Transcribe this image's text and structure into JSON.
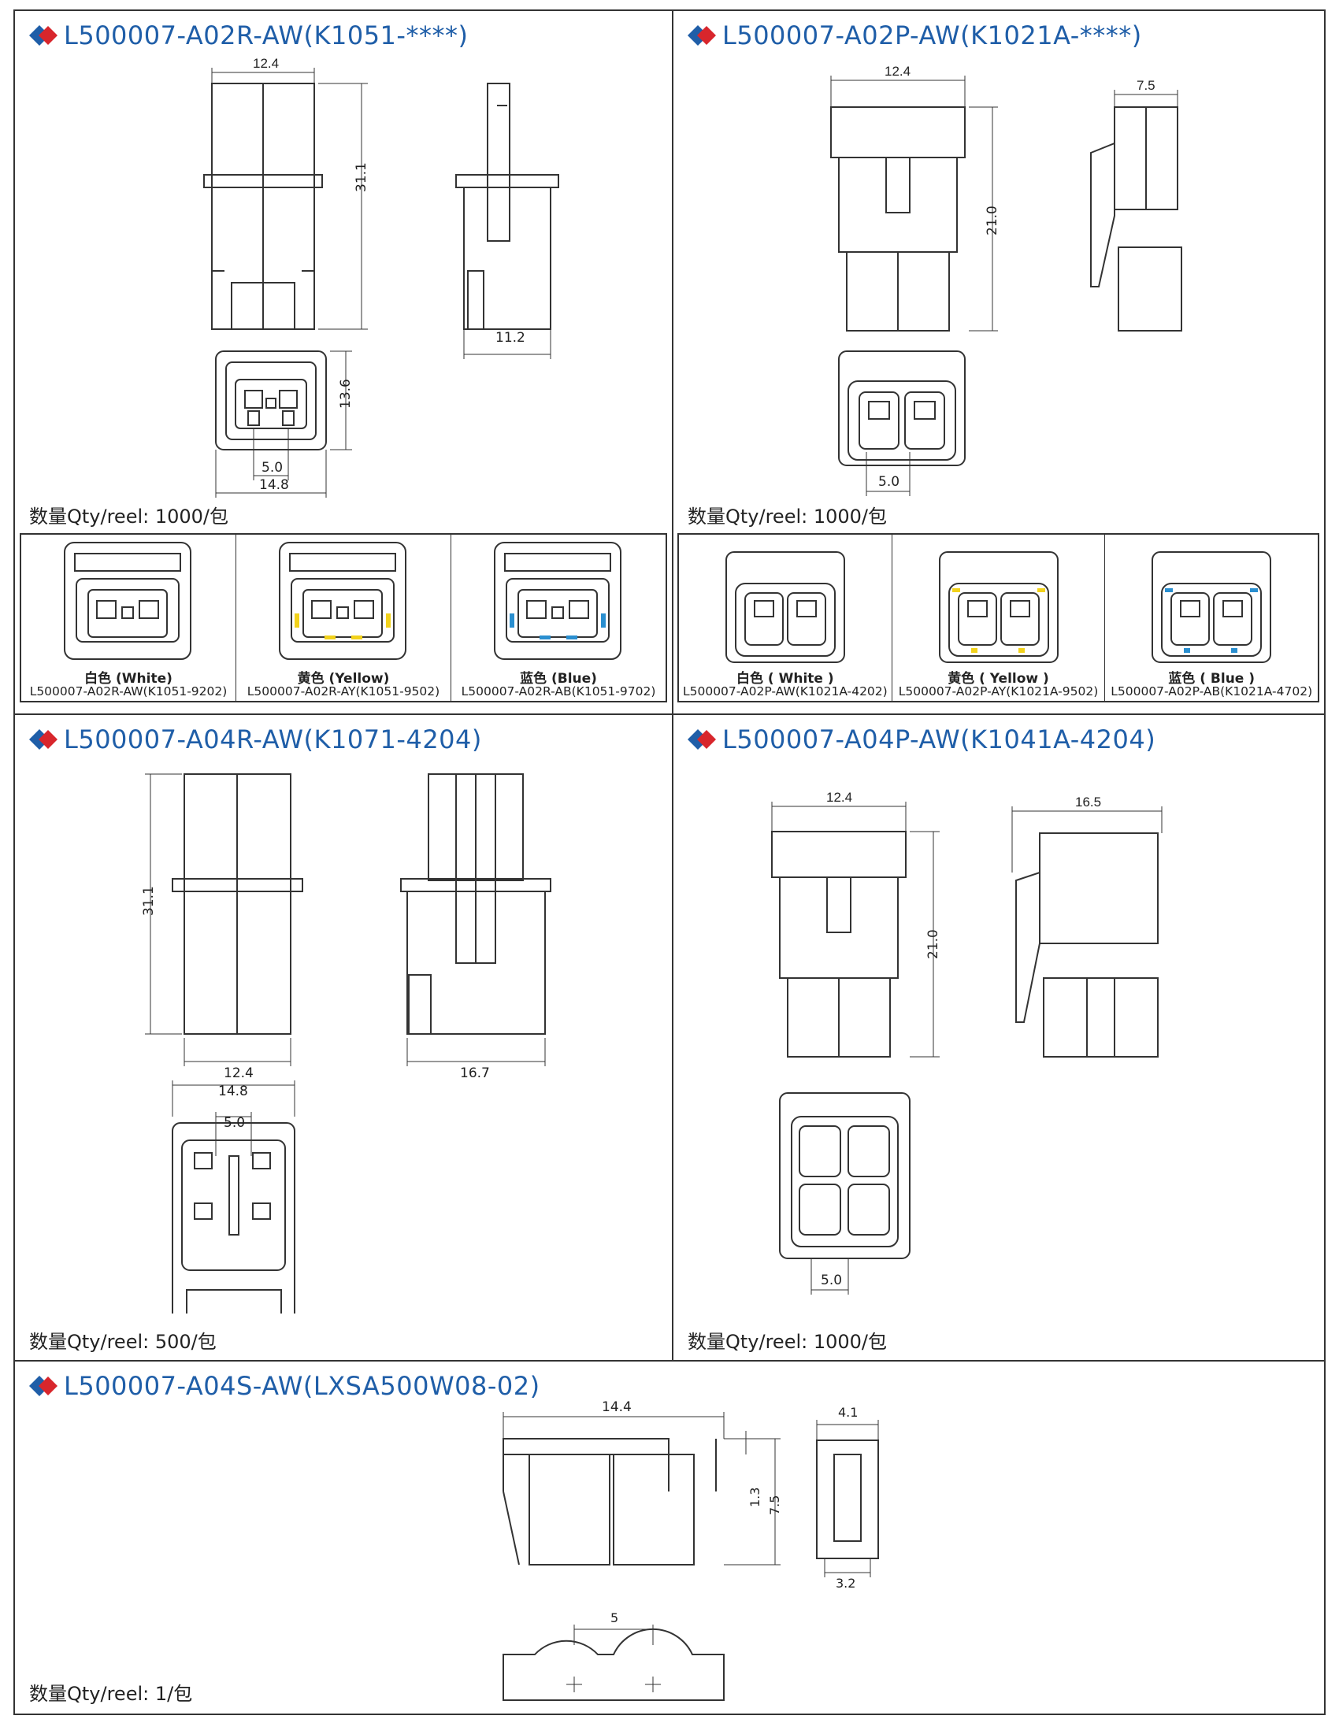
{
  "sections": {
    "s1": {
      "title": "L500007-A02R-AW(K1051-****)",
      "qty": "数量Qty/reel:  1000/包",
      "dims": {
        "w_top": "12.4",
        "h": "31.1",
        "side_w": "11.2",
        "front_h": "13.6",
        "pitch": "5.0",
        "front_w": "14.8"
      }
    },
    "s2": {
      "title": "L500007-A02P-AW(K1021A-****)",
      "qty": "数量Qty/reel:  1000/包",
      "dims": {
        "w_top": "12.4",
        "side_w": "7.5",
        "h": "21.0",
        "pitch": "5.0"
      }
    },
    "s3": {
      "title": "L500007-A04R-AW(K1071-4204)",
      "qty": "数量Qty/reel:  500/包",
      "dims": {
        "h": "31.1",
        "w_bottom": "12.4",
        "side_w": "16.7",
        "front_w": "14.8",
        "pitch": "5.0"
      }
    },
    "s4": {
      "title": "L500007-A04P-AW(K1041A-4204)",
      "qty": "数量Qty/reel:  1000/包",
      "dims": {
        "w_top": "12.4",
        "side_w": "16.5",
        "h": "21.0",
        "pitch": "5.0"
      }
    },
    "s5": {
      "title": "L500007-A04S-AW(LXSA500W08-02)",
      "qty": "数量Qty/reel:  1/包",
      "dims": {
        "w": "14.4",
        "h_small": "1.3",
        "h": "7.5",
        "side_w_top": "4.1",
        "side_w_bottom": "3.2",
        "pitch": "5"
      }
    }
  },
  "variants_r": [
    {
      "color_name": "白色 (White)",
      "part": "L500007-A02R-AW(K1051-9202)",
      "accent": "#ffffff"
    },
    {
      "color_name": "黄色 (Yellow)",
      "part": "L500007-A02R-AY(K1051-9502)",
      "accent": "#f2d21b"
    },
    {
      "color_name": "蓝色 (Blue)",
      "part": "L500007-A02R-AB(K1051-9702)",
      "accent": "#2a8fd0"
    }
  ],
  "variants_p": [
    {
      "color_name": "白色 ( White )",
      "part": "L500007-A02P-AW(K1021A-4202)",
      "accent": "#ffffff"
    },
    {
      "color_name": "黄色 ( Yellow )",
      "part": "L500007-A02P-AY(K1021A-9502)",
      "accent": "#f2d21b"
    },
    {
      "color_name": "蓝色 ( Blue )",
      "part": "L500007-A02P-AB(K1021A-4702)",
      "accent": "#2a8fd0"
    }
  ],
  "colors": {
    "title": "#1f5ea8",
    "diamond_red": "#d8262c",
    "diamond_blue": "#1f5ea8",
    "line": "#333333"
  }
}
